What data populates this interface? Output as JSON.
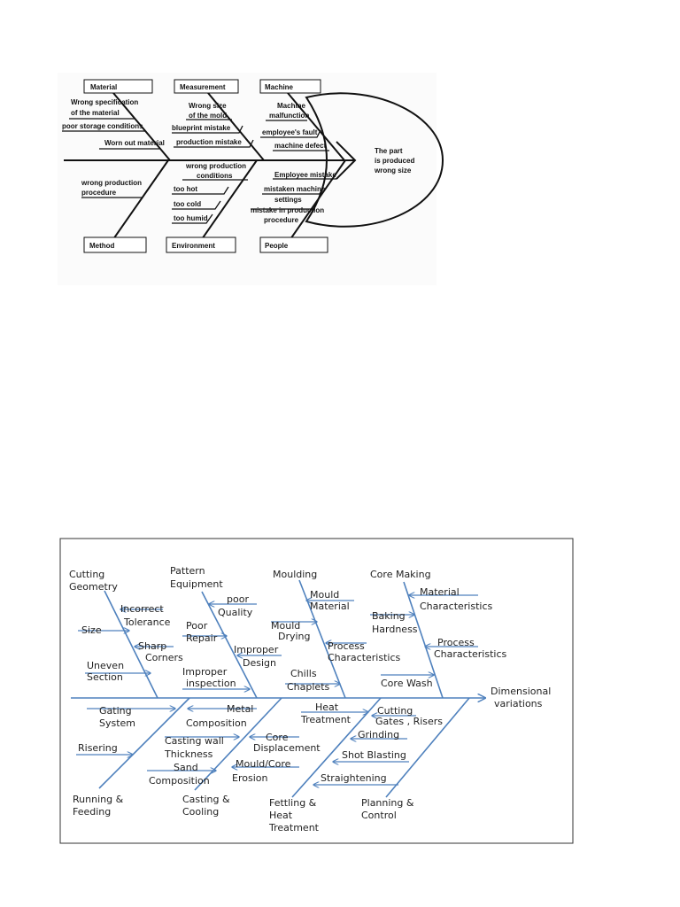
{
  "diagram1": {
    "effect": [
      "The part",
      "is produced",
      "wrong size"
    ],
    "categories": {
      "material": "Material",
      "measurement": "Measurement",
      "machine": "Machine",
      "method": "Method",
      "environment": "Environment",
      "people": "People"
    },
    "causes": {
      "material": [
        [
          "Wrong specification",
          "of the material"
        ],
        [
          "poor storage conditions"
        ],
        [
          "Worn out material"
        ]
      ],
      "measurement": [
        [
          "Wrong size",
          "of the mold"
        ],
        [
          "blueprint mistake"
        ],
        [
          "production mistake"
        ]
      ],
      "machine": [
        [
          "Machine",
          "malfunction"
        ],
        [
          "employee's fault"
        ],
        [
          "machine defect"
        ]
      ],
      "method": [
        [
          "wrong production",
          "procedure"
        ]
      ],
      "environment": [
        [
          "wrong production",
          "conditions"
        ],
        [
          "too hot"
        ],
        [
          "too cold"
        ],
        [
          "too humid"
        ]
      ],
      "people": [
        [
          "Employee  mistake"
        ],
        [
          "mistaken machine",
          "settings"
        ],
        [
          "mistake in production",
          "procedure"
        ]
      ]
    }
  },
  "diagram2": {
    "effect": [
      "Dimensional",
      "variations"
    ],
    "categories": {
      "cutting_geometry": [
        "Cutting",
        "Geometry"
      ],
      "pattern_equipment": [
        "Pattern",
        "Equipment"
      ],
      "moulding": [
        "Moulding"
      ],
      "core_making": [
        "Core Making"
      ],
      "running_feeding": [
        "Running &",
        "Feeding"
      ],
      "casting_cooling": [
        "Casting &",
        "Cooling"
      ],
      "fettling": [
        "Fettling &",
        "Heat",
        "Treatment"
      ],
      "planning": [
        "Planning &",
        "Control"
      ]
    },
    "causes": {
      "cutting_geometry": [
        [
          "Incorrect",
          "Tolerance"
        ],
        [
          "Size"
        ],
        [
          "Sharp",
          "Corners"
        ],
        [
          "Uneven",
          "Section"
        ]
      ],
      "pattern_equipment": [
        [
          "poor",
          "Quality"
        ],
        [
          "Poor",
          "Repair"
        ],
        [
          "Improper",
          "Design"
        ],
        [
          "Improper",
          "inspection"
        ]
      ],
      "moulding": [
        [
          "Mould",
          "Material"
        ],
        [
          "Mould",
          "Drying"
        ],
        [
          "Process",
          "Characteristics"
        ],
        [
          "Chills",
          "Chaplets"
        ]
      ],
      "core_making": [
        [
          "Material",
          "Characteristics"
        ],
        [
          "Baking",
          "Hardness"
        ],
        [
          "Process",
          "Characteristics"
        ],
        [
          "Core Wash"
        ]
      ],
      "running_feeding": [
        [
          "Gating",
          "System"
        ],
        [
          "Risering"
        ]
      ],
      "casting_cooling": [
        [
          "Metal",
          "Composition"
        ],
        [
          "Casting wall",
          "Thickness"
        ],
        [
          "Core",
          "Displacement"
        ],
        [
          "Sand",
          "Composition"
        ],
        [
          "Mould/Core",
          "Erosion"
        ]
      ],
      "fettling": [
        [
          "Heat",
          "Treatment"
        ]
      ],
      "planning": [
        [
          "Cutting",
          "Gates , Risers"
        ],
        [
          "Grinding"
        ],
        [
          "Shot Blasting"
        ],
        [
          "Straightening"
        ]
      ]
    }
  }
}
